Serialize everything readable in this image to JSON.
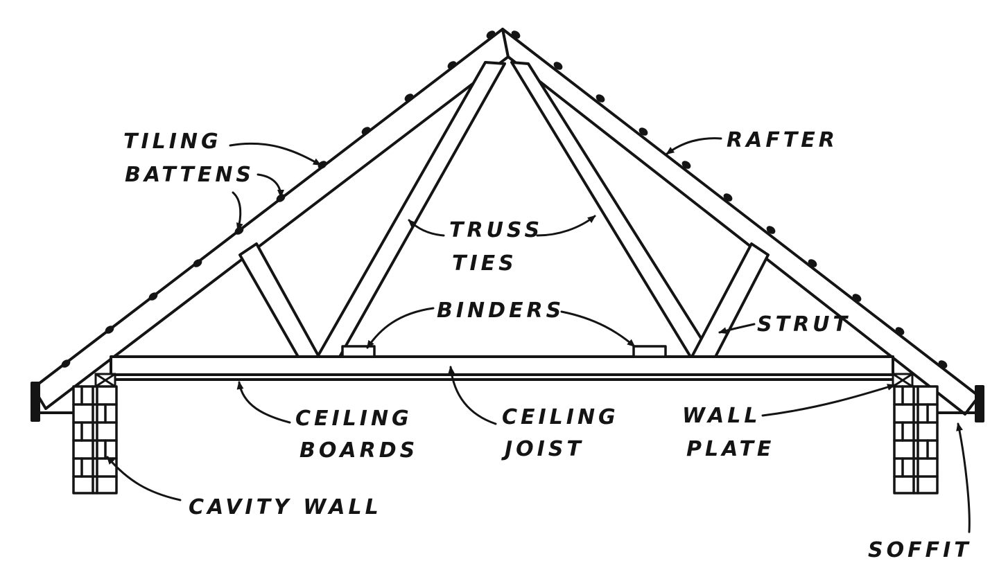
{
  "diagram": {
    "labels": {
      "tiling": "TILING",
      "battens": "BATTENS",
      "rafter": "RAFTER",
      "truss": "TRUSS",
      "ties": "TIES",
      "binders": "BINDERS",
      "strut": "STRUT",
      "ceiling_1": "CEILING",
      "boards": "BOARDS",
      "ceiling_2": "CEILING",
      "joist": "JOIST",
      "wall": "WALL",
      "plate": "PLATE",
      "cavity_wall": "CAVITY WALL",
      "soffit": "SOFFIT"
    },
    "colors": {
      "ink": "#141414",
      "paper": "#ffffff"
    }
  }
}
